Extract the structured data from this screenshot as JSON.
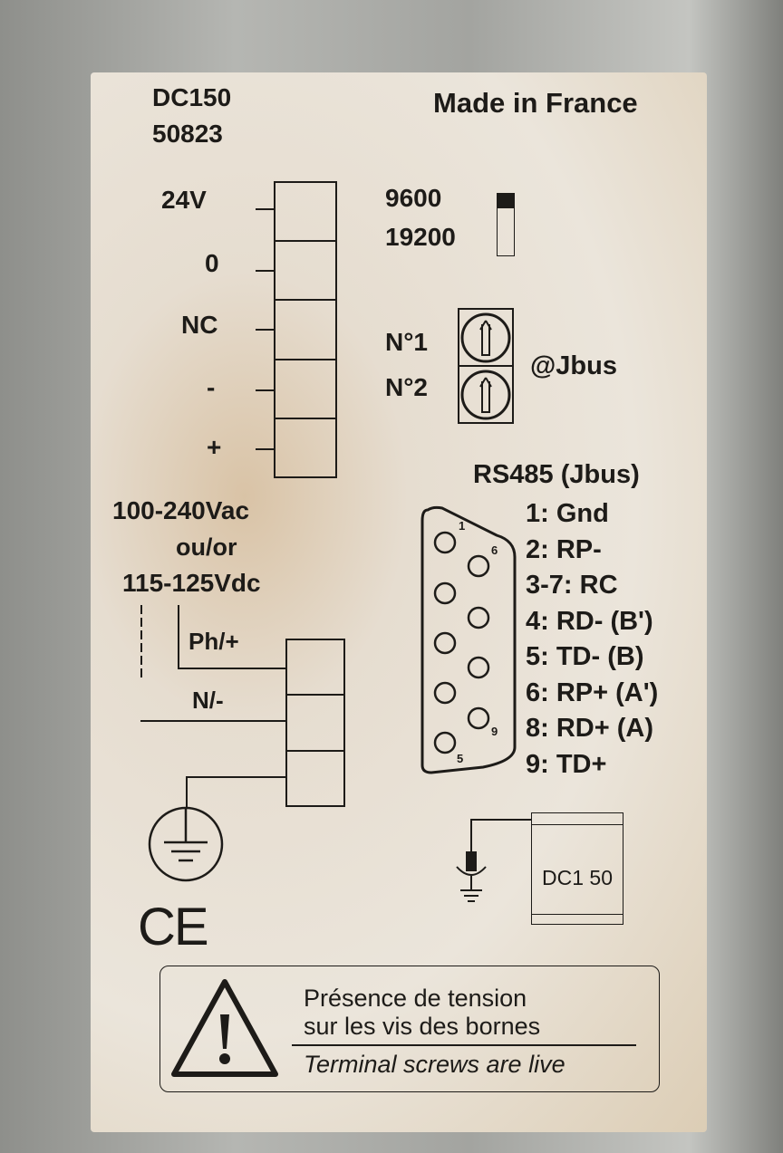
{
  "model": "DC150",
  "serial": "50823",
  "origin": "Made in France",
  "power_terminals": [
    "24V",
    "0",
    "NC",
    "-",
    "+"
  ],
  "baud_rates": [
    "9600",
    "19200"
  ],
  "address": {
    "switch1": "N°1",
    "switch2": "N°2",
    "label": "@Jbus"
  },
  "mains": {
    "line1": "100-240Vac",
    "line2": "ou/or",
    "line3": "115-125Vdc",
    "phase": "Ph/+",
    "neutral": "N/-"
  },
  "rs485": {
    "title": "RS485 (Jbus)",
    "pins": [
      "1: Gnd",
      "2: RP-",
      "3-7: RC",
      "4: RD- (B')",
      "5: TD- (B)",
      "6: RP+ (A')",
      "8: RD+ (A)",
      "9: TD+"
    ],
    "connector_numbers": [
      "1",
      "6",
      "9",
      "5"
    ]
  },
  "device_label": "DC1 50",
  "ce_mark": "CE",
  "warning": {
    "fr1": "Présence de tension",
    "fr2": "sur les vis des bornes",
    "en": "Terminal screws are live"
  }
}
